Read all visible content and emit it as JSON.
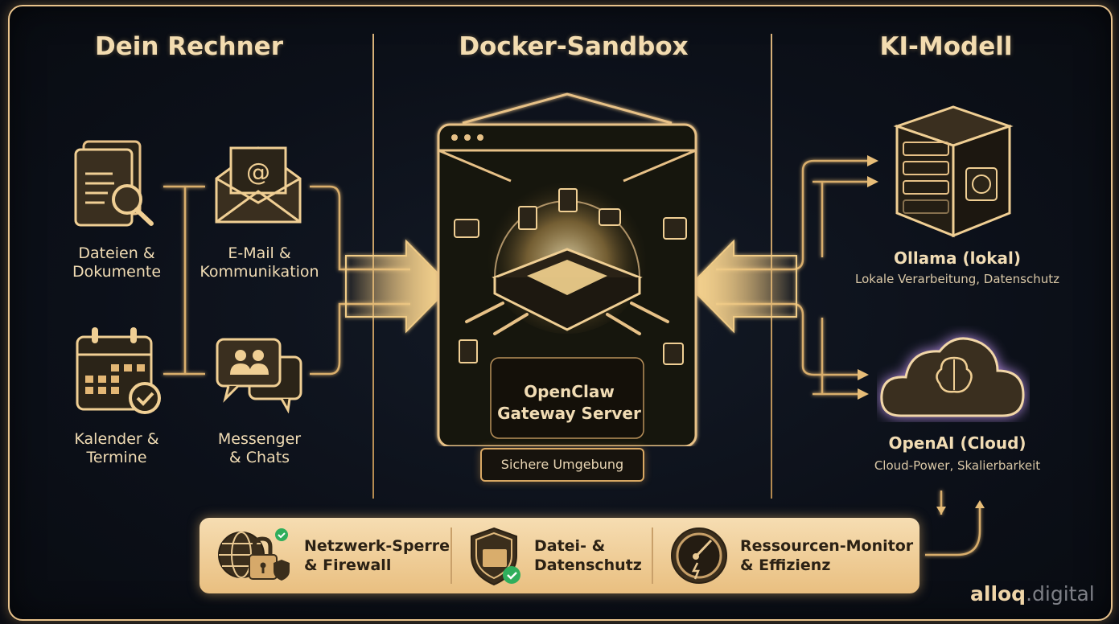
{
  "columns": {
    "left": {
      "title": "Dein Rechner"
    },
    "center": {
      "title": "Docker-Sandbox"
    },
    "right": {
      "title": "KI-Modell"
    }
  },
  "sources": [
    {
      "icon": "document-search-icon",
      "line1": "Dateien &",
      "line2": "Dokumente"
    },
    {
      "icon": "email-icon",
      "line1": "E-Mail &",
      "line2": "Kommunikation"
    },
    {
      "icon": "calendar-check-icon",
      "line1": "Kalender &",
      "line2": "Termine"
    },
    {
      "icon": "chat-users-icon",
      "line1": "Messenger",
      "line2": "& Chats"
    }
  ],
  "gateway": {
    "line1": "OpenClaw",
    "line2": "Gateway Server",
    "badge": "Sichere Umgebung"
  },
  "models": [
    {
      "icon": "server-brain-icon",
      "name": "Ollama (lokal)",
      "desc": "Lokale Verarbeitung, Datenschutz"
    },
    {
      "icon": "cloud-brain-icon",
      "name": "OpenAI (Cloud)",
      "desc": "Cloud-Power, Skalierbarkeit"
    }
  ],
  "features": [
    {
      "icon": "globe-lock-icon",
      "line1": "Netzwerk-Sperre",
      "line2": "& Firewall"
    },
    {
      "icon": "shield-folder-icon",
      "line1": "Datei- &",
      "line2": "Datenschutz"
    },
    {
      "icon": "gauge-icon",
      "line1": "Ressourcen-Monitor",
      "line2": "& Effizienz"
    }
  ],
  "brand": {
    "part1": "alloq",
    "part2": ".digital"
  },
  "colors": {
    "gold": "#e9c38c",
    "background": "#0c1019",
    "feature_bar": "#f2d3a0",
    "check_green": "#2fae5c",
    "cloud_glow": "#b38be0"
  }
}
